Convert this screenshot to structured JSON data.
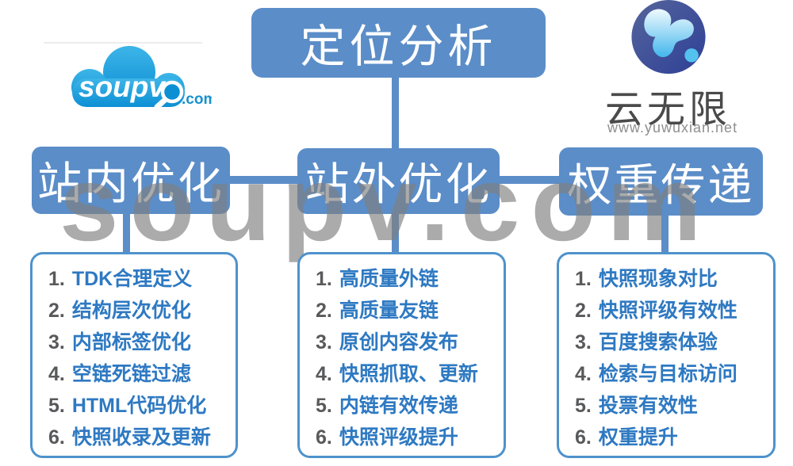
{
  "logos": {
    "soupv": {
      "name": "soupv",
      "tld": ".com"
    },
    "yuwuxian": {
      "title": "云无限",
      "url": "www.yuwuxian.net"
    }
  },
  "watermark": {
    "text": "soupv.com"
  },
  "diagram": {
    "root": {
      "label": "定位分析"
    },
    "branches": [
      {
        "label": "站内优化",
        "items": [
          "TDK合理定义",
          "结构层次优化",
          "内部标签优化",
          "空链死链过滤",
          "HTML代码优化",
          "快照收录及更新"
        ]
      },
      {
        "label": "站外优化",
        "items": [
          "高质量外链",
          "高质量友链",
          "原创内容发布",
          "快照抓取、更新",
          "内链有效传递",
          "快照评级提升"
        ]
      },
      {
        "label": "权重传递",
        "items": [
          "快照现象对比",
          "快照评级有效性",
          "百度搜索体验",
          "检索与目标访问",
          "投票有效性",
          "权重提升"
        ]
      }
    ]
  },
  "colors": {
    "node_blue": "#5B8DC8",
    "list_border_blue": "#4E92CC",
    "item_text_blue": "#2E79C2",
    "item_number_gray": "#58595B",
    "watermark_gray": "#7F7F7F",
    "soupv_cloud_blue": "#1B9AD9",
    "yuwuxian_circle_navy": "#35479B",
    "yuwuxian_blob_blue": "#54C1EE"
  }
}
